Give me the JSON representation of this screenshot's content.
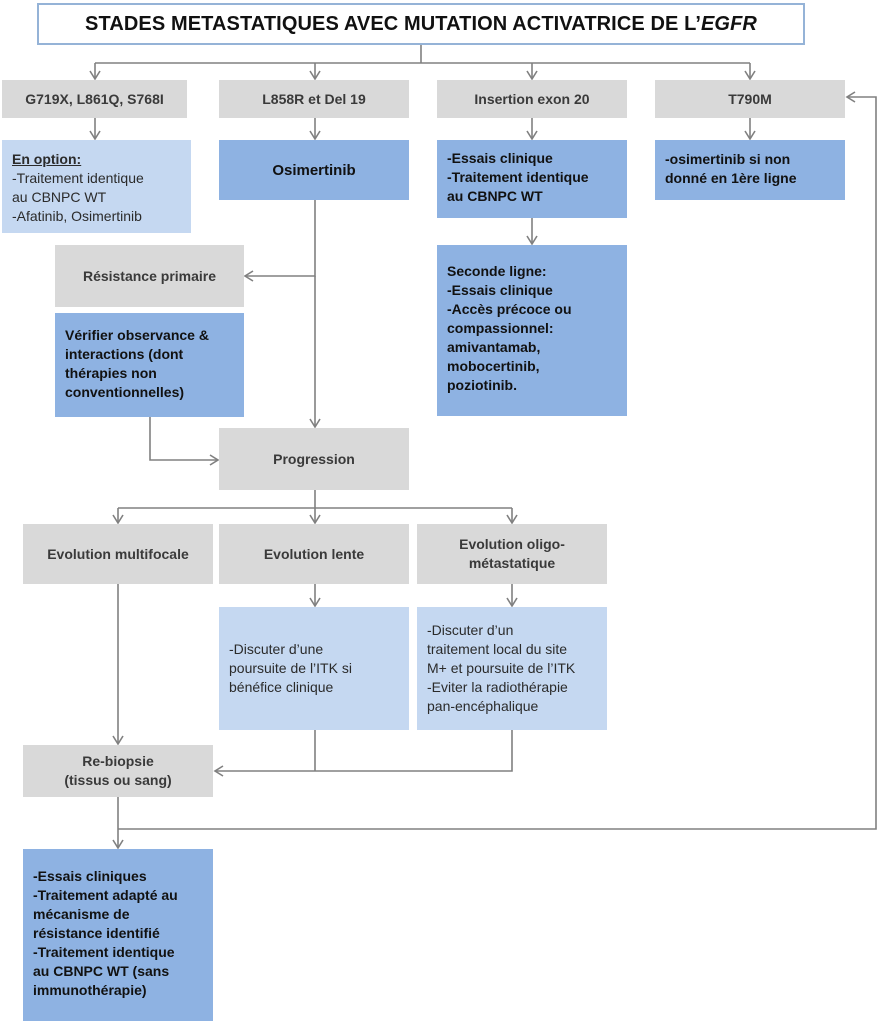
{
  "title": {
    "main": "STADES METASTATIQUES AVEC MUTATION ACTIVATRICE DE L’",
    "gene": "EGFR"
  },
  "mutations": {
    "g719x": "G719X, L861Q, S768I",
    "l858r": "L858R et Del 19",
    "exon20": "Insertion exon 20",
    "t790m": "T790M"
  },
  "g719x_option": {
    "heading": "En option:",
    "lines": [
      "-Traitement identique",
      "au CBNPC WT",
      "-Afatinib, Osimertinib"
    ]
  },
  "osimertinib": "Osimertinib",
  "exon20_first": {
    "lines": [
      "-Essais clinique",
      "-Traitement identique",
      "au CBNPC WT"
    ]
  },
  "exon20_second": {
    "lines": [
      "Seconde ligne:",
      "-Essais clinique",
      "-Accès précoce ou",
      "compassionnel:",
      "amivantamab,",
      "mobocertinib,",
      "poziotinib."
    ]
  },
  "t790m_treatment": {
    "lines": [
      "-osimertinib si non",
      "donné en 1ère ligne"
    ]
  },
  "resistance": "Résistance primaire",
  "verifier": {
    "lines": [
      "Vérifier observance &",
      "interactions (dont",
      "thérapies non",
      "conventionnelles)"
    ]
  },
  "progression": "Progression",
  "evolution": {
    "multifocale": "Evolution multifocale",
    "lente": "Evolution lente",
    "oligo": {
      "lines": [
        "Evolution oligo-",
        "métastatique"
      ]
    }
  },
  "lente_note": {
    "lines": [
      "-Discuter d’une",
      "poursuite de l’ITK si",
      "bénéfice clinique"
    ]
  },
  "oligo_note": {
    "lines": [
      "-Discuter d’un",
      "traitement local du site",
      "M+ et poursuite de l’ITK",
      "-Eviter la radiothérapie",
      "pan-encéphalique"
    ]
  },
  "rebiopsie": {
    "lines": [
      "Re-biopsie",
      "(tissus ou sang)"
    ]
  },
  "final": {
    "lines": [
      "-Essais cliniques",
      "-Traitement adapté au",
      "mécanisme de",
      "résistance identifié",
      "-Traitement identique",
      "au CBNPC WT (sans",
      "immunothérapie)"
    ]
  },
  "colors": {
    "grey": "#d9d9d9",
    "light_blue": "#c5d8f1",
    "blue": "#8eb2e2",
    "border": "#95b3d7",
    "arrow": "#808080"
  }
}
